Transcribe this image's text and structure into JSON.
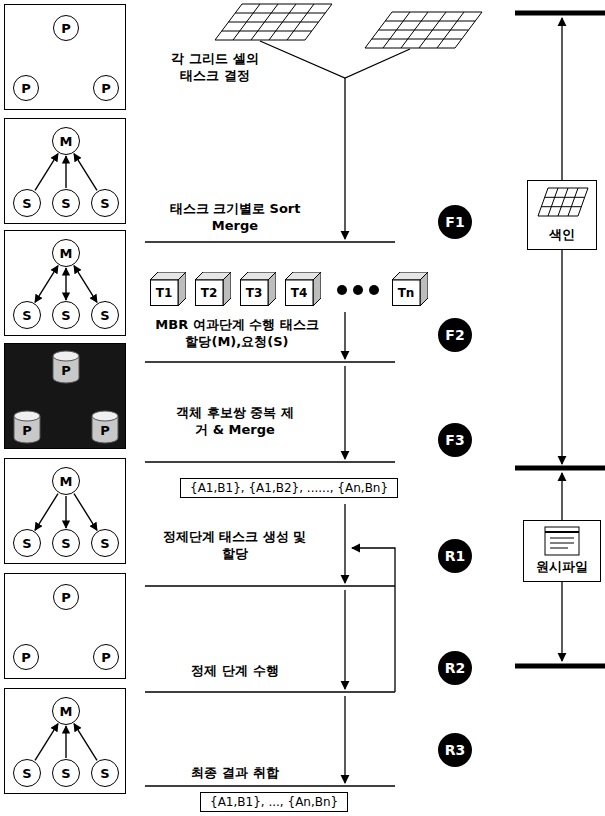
{
  "diagram": {
    "nodes": [
      {
        "text": []
      },
      {
        "text": [
          "P"
        ],
        "in": 0
      },
      {
        "text": [
          "P"
        ],
        "in": 0
      },
      {
        "text": [
          "P"
        ],
        "in": 0
      },
      {
        "text": []
      },
      {
        "text": [
          "M"
        ],
        "in": 4
      },
      {
        "text": [
          "S"
        ],
        "in": 4
      },
      {
        "text": [
          "S"
        ],
        "in": 4
      },
      {
        "text": [
          "S"
        ],
        "in": 4
      },
      {
        "text": []
      },
      {
        "text": [
          "M"
        ],
        "in": 9
      },
      {
        "text": [
          "S"
        ],
        "in": 9
      },
      {
        "text": [
          "S"
        ],
        "in": 9
      },
      {
        "text": [
          "S"
        ],
        "in": 9
      },
      {
        "text": []
      },
      {
        "text": [
          "P"
        ],
        "in": 14
      },
      {
        "text": [
          "P"
        ],
        "in": 14
      },
      {
        "text": [
          "P"
        ],
        "in": 14
      },
      {
        "text": []
      },
      {
        "text": [
          "M"
        ],
        "in": 18
      },
      {
        "text": [
          "S"
        ],
        "in": 18
      },
      {
        "text": [
          "S"
        ],
        "in": 18
      },
      {
        "text": [
          "S"
        ],
        "in": 18
      },
      {
        "text": []
      },
      {
        "text": [
          "P"
        ],
        "in": 23
      },
      {
        "text": [
          "P"
        ],
        "in": 23
      },
      {
        "text": [
          "P"
        ],
        "in": 23
      },
      {
        "text": []
      },
      {
        "text": [
          "M"
        ],
        "in": 27
      },
      {
        "text": [
          "S"
        ],
        "in": 27
      },
      {
        "text": [
          "S"
        ],
        "in": 27
      },
      {
        "text": [
          "S"
        ],
        "in": 27
      },
      {
        "text": [
          "F1"
        ]
      },
      {
        "text": [
          "T1"
        ]
      },
      {
        "text": [
          "T2"
        ]
      },
      {
        "text": [
          "T3"
        ]
      },
      {
        "text": [
          "T4"
        ]
      },
      {
        "text": [
          "Tn"
        ]
      },
      {
        "text": [
          "F2"
        ]
      },
      {
        "text": [
          "F3"
        ]
      },
      {
        "text": [
          "{A1,B1}, {A1,B2}, ......, {An,Bn}"
        ]
      },
      {
        "text": [
          "R1"
        ]
      },
      {
        "text": [
          "R2"
        ]
      },
      {
        "text": [
          "R3"
        ]
      },
      {
        "text": [
          "{A1,B1}, ..., {An,Bn}"
        ]
      },
      {
        "text": [
          "색인"
        ]
      },
      {
        "text": [
          "원시파일"
        ]
      }
    ],
    "edges": [
      {
        "from": 6,
        "to": 5,
        "arrow": "to"
      },
      {
        "from": 7,
        "to": 5,
        "arrow": "to"
      },
      {
        "from": 8,
        "to": 5,
        "arrow": "to"
      },
      {
        "from": 10,
        "to": 11,
        "arrow": "both"
      },
      {
        "from": 10,
        "to": 12,
        "arrow": "both"
      },
      {
        "from": 10,
        "to": 13,
        "arrow": "both"
      },
      {
        "from": 19,
        "to": 20,
        "arrow": "to"
      },
      {
        "from": 19,
        "to": 21,
        "arrow": "to"
      },
      {
        "from": 19,
        "to": 22,
        "arrow": "to"
      },
      {
        "from": 29,
        "to": 28,
        "arrow": "to"
      },
      {
        "from": 30,
        "to": 28,
        "arrow": "to"
      },
      {
        "from": 31,
        "to": 28,
        "arrow": "to"
      }
    ],
    "labels": [
      "각 그리드 셀의 태스크 결정",
      "태스크 크기별로 Sort Merge",
      "MBR 여과단계 수행 태스크할당(M),요청(S)",
      "객체 후보쌍 중복 제거 & Merge",
      "정제단계 태스크 생성 및 할당",
      "정제 단계 수행",
      "최종 결과 취합"
    ]
  }
}
